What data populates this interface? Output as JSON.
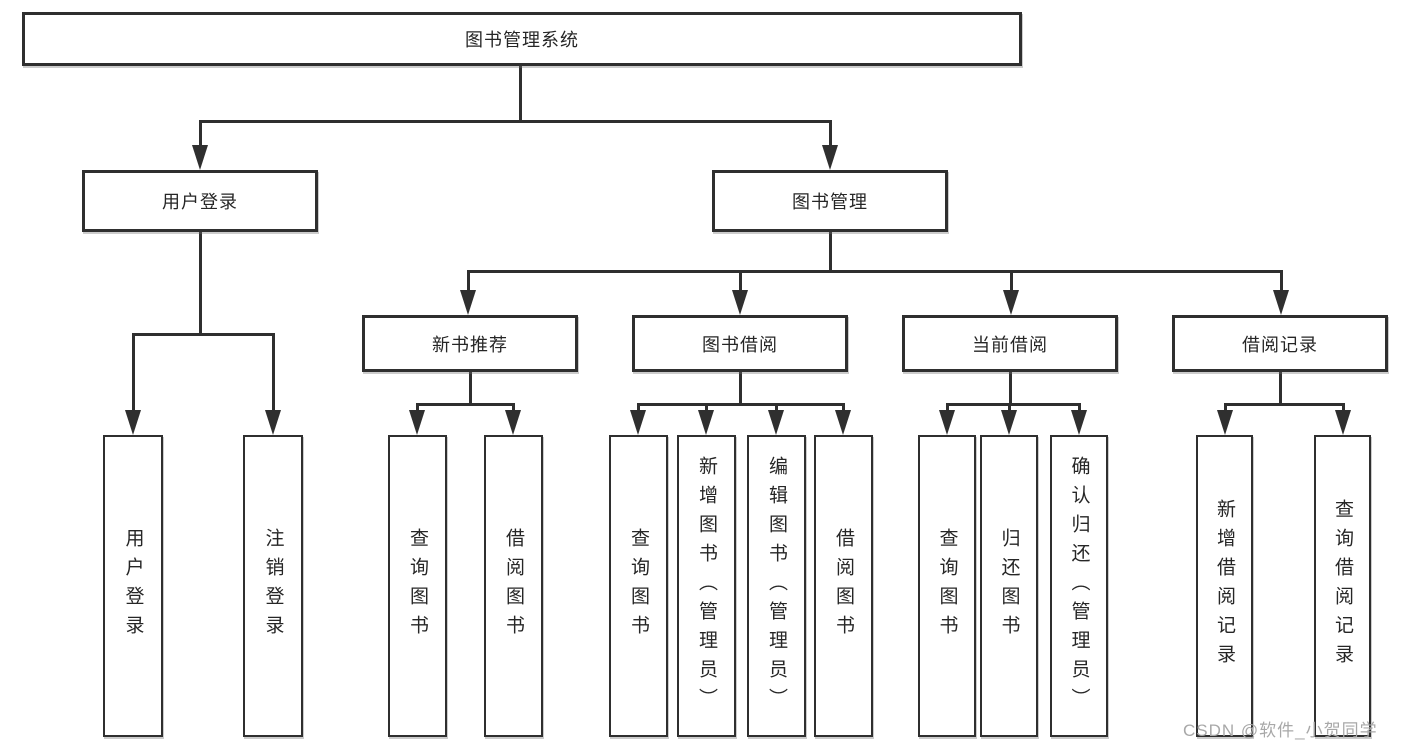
{
  "diagram": {
    "root": "图书管理系统",
    "user_branch": {
      "label": "用户登录",
      "children": [
        "用户登录",
        "注销登录"
      ]
    },
    "book_branch": {
      "label": "图书管理",
      "groups": [
        {
          "label": "新书推荐",
          "children": [
            "查询图书",
            "借阅图书"
          ]
        },
        {
          "label": "图书借阅",
          "children": [
            "查询图书",
            "新增图书（管理员）",
            "编辑图书（管理员）",
            "借阅图书"
          ]
        },
        {
          "label": "当前借阅",
          "children": [
            "查询图书",
            "归还图书",
            "确认归还（管理员）"
          ]
        },
        {
          "label": "借阅记录",
          "children": [
            "新增借阅记录",
            "查询借阅记录"
          ]
        }
      ]
    }
  },
  "watermark": "CSDN @软件_小贺同学",
  "colors": {
    "line": "#2f2f2f",
    "text": "#262626",
    "background": "#ffffff",
    "watermark": "#a8a8a8"
  }
}
